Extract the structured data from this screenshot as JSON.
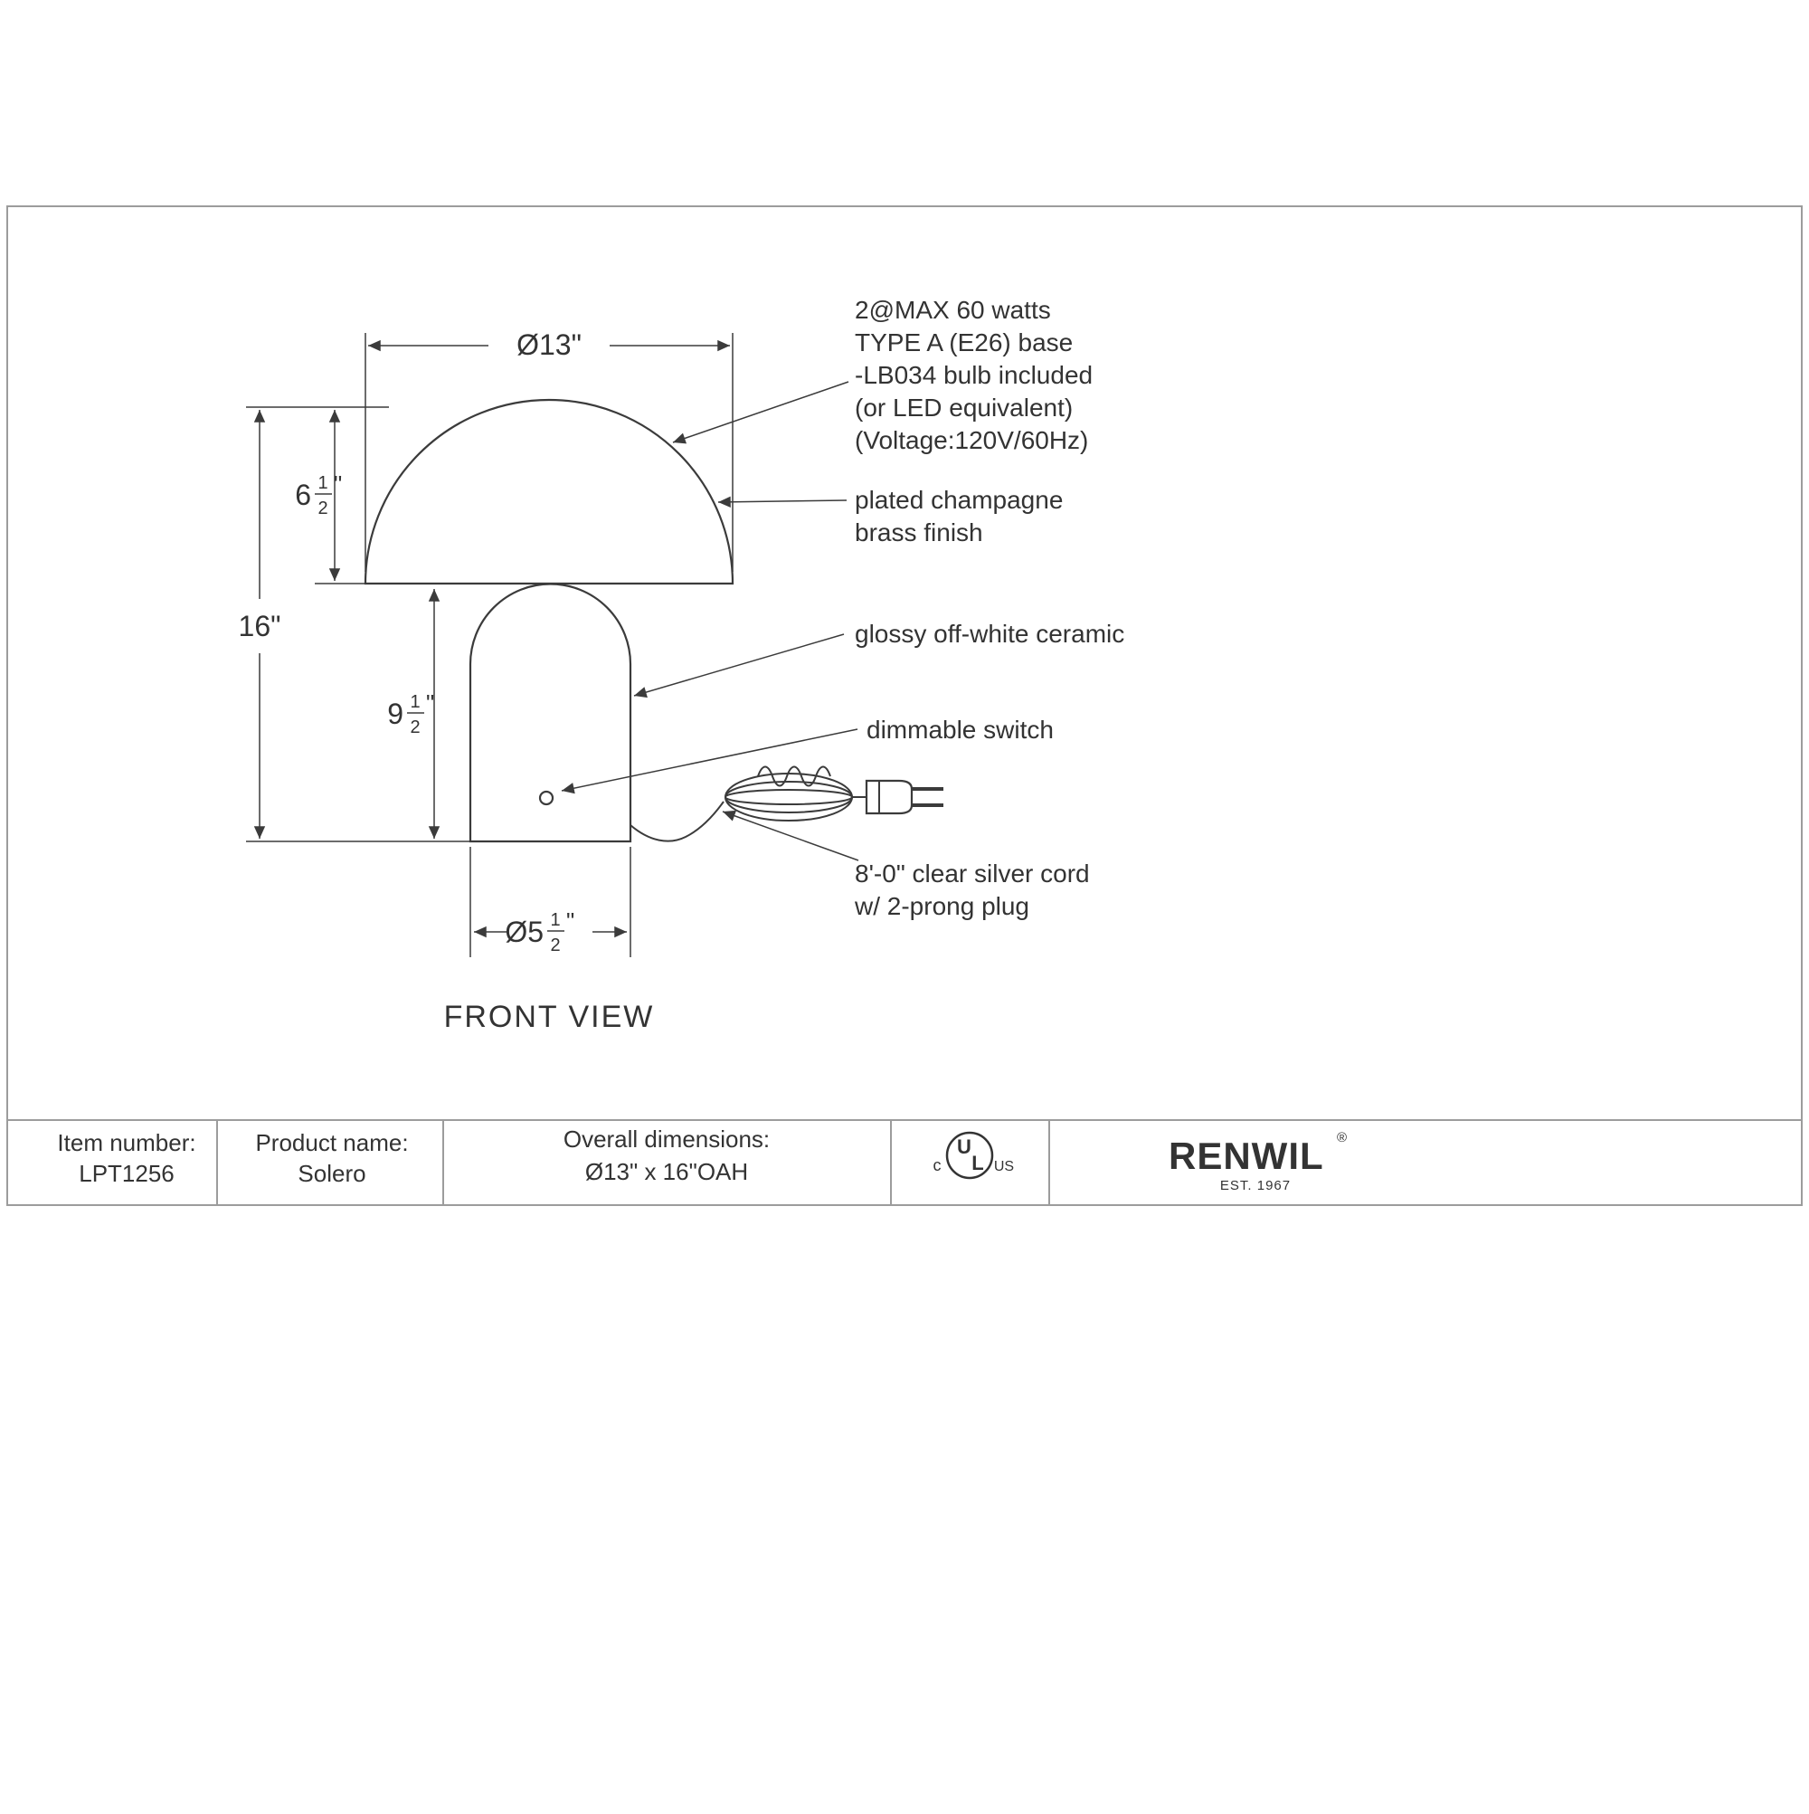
{
  "colors": {
    "line": "#3b3b3b",
    "frame": "#9c9c9c",
    "text": "#333333"
  },
  "drawing": {
    "view_label": "FRONT VIEW",
    "dimensions": {
      "shade_diameter": "Ø13\"",
      "overall_height": "16\"",
      "shade_height": {
        "whole": "6",
        "numerator": "1",
        "denominator": "2",
        "unit": "\""
      },
      "body_height": {
        "whole": "9",
        "numerator": "1",
        "denominator": "2",
        "unit": "\""
      },
      "base_diameter": {
        "whole": "Ø5",
        "numerator": "1",
        "denominator": "2",
        "unit": "\""
      }
    },
    "annotations": {
      "bulb_line1": "2@MAX 60 watts",
      "bulb_line2": "TYPE A (E26) base",
      "bulb_line3": "-LB034 bulb included",
      "bulb_line4": "(or LED equivalent)",
      "bulb_line5": "(Voltage:120V/60Hz)",
      "finish_line1": "plated champagne",
      "finish_line2": "brass finish",
      "material": "glossy off-white ceramic",
      "switch": "dimmable switch",
      "cord_line1": "8'-0\" clear silver cord",
      "cord_line2": "w/ 2-prong plug"
    }
  },
  "title_block": {
    "item_number_label": "Item number:",
    "item_number_value": "LPT1256",
    "product_name_label": "Product name:",
    "product_name_value": "Solero",
    "overall_dimensions_label": "Overall dimensions:",
    "overall_dimensions_value": "Ø13\" x 16\"OAH",
    "ul_mark": {
      "c": "c",
      "u": "U",
      "l": "L",
      "us": "US"
    },
    "brand": {
      "name": "RENWIL",
      "registered": "®",
      "established": "EST. 1967"
    }
  }
}
